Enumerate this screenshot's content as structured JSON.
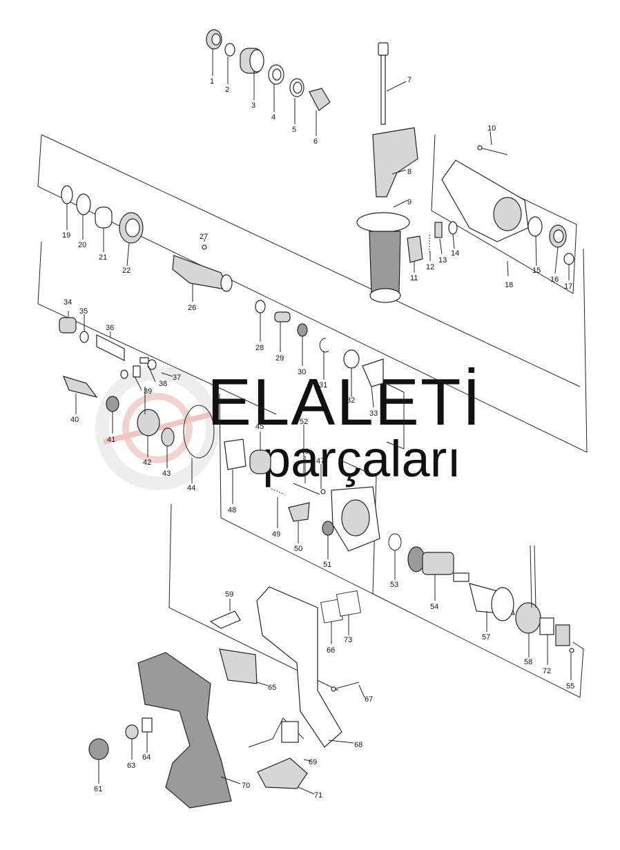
{
  "watermark": {
    "line1": "ELALETİ",
    "line2": "parçaları",
    "accent_color": "#e0564a",
    "secondary_color": "#c8c8c8"
  },
  "part_numbers": [
    "1",
    "2",
    "3",
    "4",
    "5",
    "6",
    "7",
    "8",
    "9",
    "10",
    "11",
    "12",
    "13",
    "14",
    "15",
    "16",
    "17",
    "18",
    "19",
    "20",
    "21",
    "22",
    "26",
    "27",
    "28",
    "29",
    "30",
    "31",
    "32",
    "33",
    "34",
    "35",
    "36",
    "37",
    "38",
    "39",
    "40",
    "41",
    "42",
    "43",
    "44",
    "45",
    "46",
    "47",
    "48",
    "49",
    "50",
    "51",
    "52",
    "53",
    "54",
    "55",
    "57",
    "58",
    "59",
    "61",
    "63",
    "64",
    "65",
    "66",
    "67",
    "68",
    "69",
    "70",
    "71",
    "72",
    "73"
  ]
}
